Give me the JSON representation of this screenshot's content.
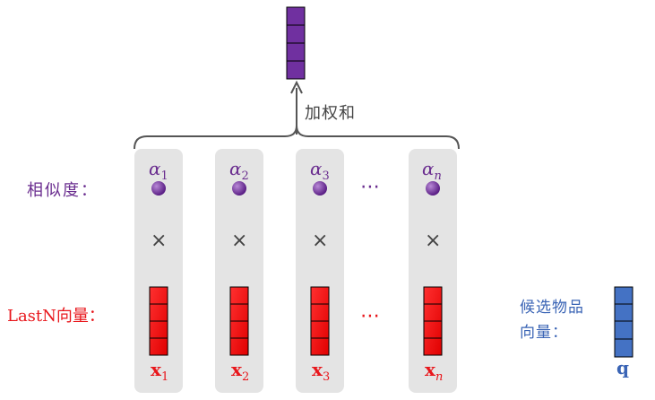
{
  "colors": {
    "purple": "#7030a0",
    "red": "#ff0000",
    "blue": "#4472c4",
    "column_bg": "#e4e4e4",
    "line": "#555555"
  },
  "output_label": "加权和",
  "similarity_label": "相似度：",
  "lastn_label": "LastN向量：",
  "candidate_label_line1": "候选物品",
  "candidate_label_line2": "向量：",
  "multiply_symbol": "×",
  "ellipsis": "⋯",
  "columns": [
    {
      "alpha_base": "α",
      "alpha_sub": "1",
      "x_base": "x",
      "x_sub": "1"
    },
    {
      "alpha_base": "α",
      "alpha_sub": "2",
      "x_base": "x",
      "x_sub": "2"
    },
    {
      "alpha_base": "α",
      "alpha_sub": "3",
      "x_base": "x",
      "x_sub": "3"
    },
    {
      "alpha_base": "α",
      "alpha_sub": "n",
      "x_base": "x",
      "x_sub": "n"
    }
  ],
  "candidate_vector_symbol": "q"
}
